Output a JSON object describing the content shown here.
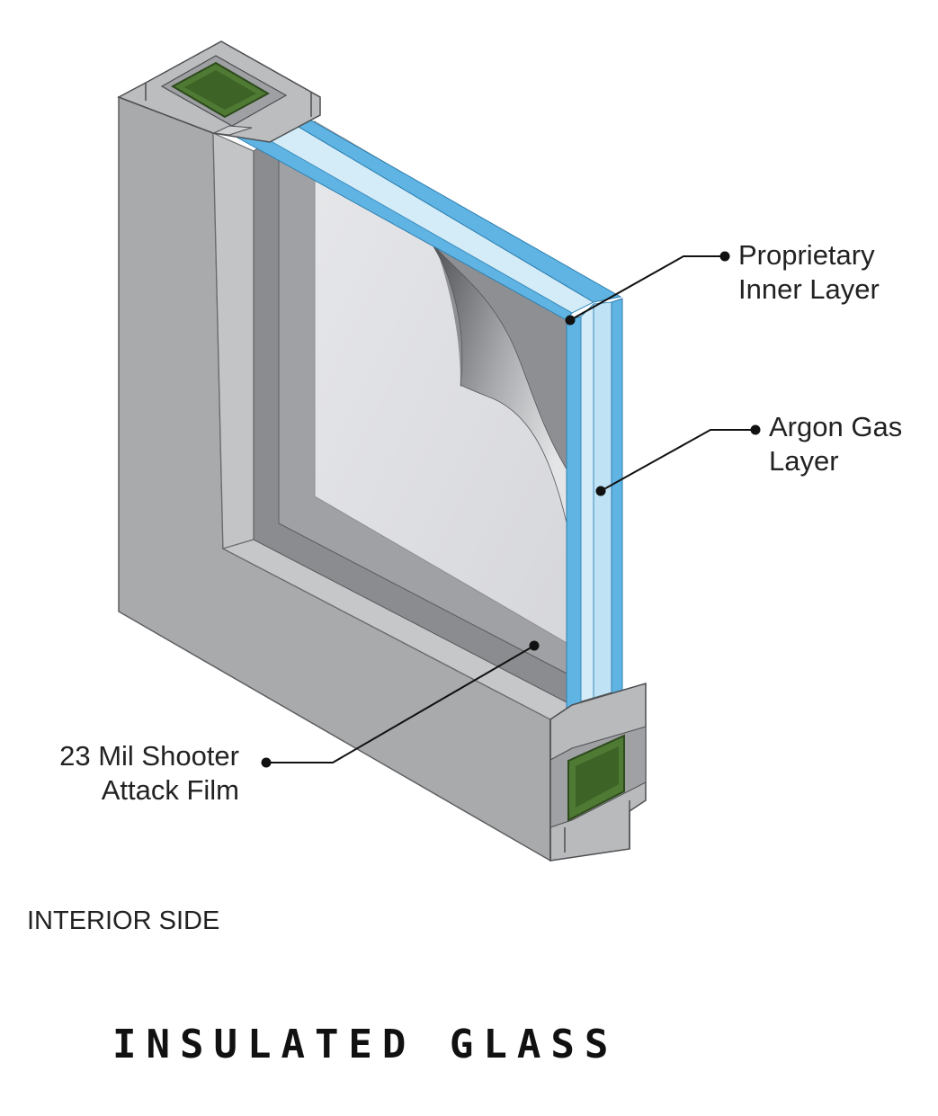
{
  "callouts": {
    "proprietary": {
      "line1": "Proprietary",
      "line2": "Inner Layer"
    },
    "argon": {
      "line1": "Argon Gas",
      "line2": "Layer"
    },
    "film": {
      "line1": "23 Mil Shooter",
      "line2": "Attack Film"
    }
  },
  "side_label": "INTERIOR SIDE",
  "title": "INSULATED GLASS",
  "colors": {
    "frame": "#a9aaab",
    "frame_shadow": "#7d7e80",
    "glass_edge": "#5fb4e3",
    "glass_light": "#d4ecf8",
    "pane": "#dcdde0",
    "film_back": "#8c8d90",
    "insert": "#4f7a33",
    "leader": "#111111"
  },
  "icons": [
    "window-frame-illustration",
    "peeling-film-icon"
  ]
}
